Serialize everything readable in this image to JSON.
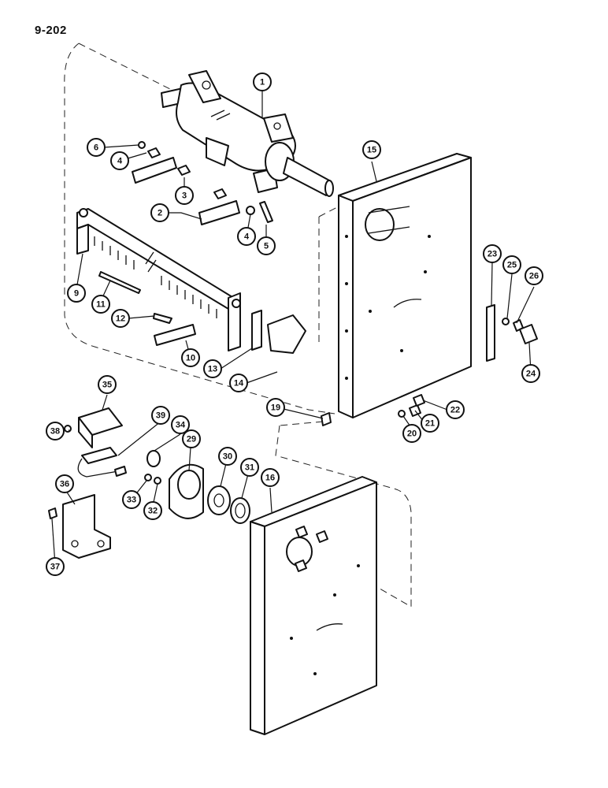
{
  "page": {
    "label": "9-202"
  },
  "callouts": [
    {
      "id": "c1",
      "text": "1"
    },
    {
      "id": "c2",
      "text": "2"
    },
    {
      "id": "c3",
      "text": "3"
    },
    {
      "id": "c4a",
      "text": "4"
    },
    {
      "id": "c4b",
      "text": "4"
    },
    {
      "id": "c5",
      "text": "5"
    },
    {
      "id": "c6",
      "text": "6"
    },
    {
      "id": "c9",
      "text": "9"
    },
    {
      "id": "c10",
      "text": "10"
    },
    {
      "id": "c11",
      "text": "11"
    },
    {
      "id": "c12",
      "text": "12"
    },
    {
      "id": "c13",
      "text": "13"
    },
    {
      "id": "c14",
      "text": "14"
    },
    {
      "id": "c15",
      "text": "15"
    },
    {
      "id": "c16",
      "text": "16"
    },
    {
      "id": "c19",
      "text": "19"
    },
    {
      "id": "c20",
      "text": "20"
    },
    {
      "id": "c21",
      "text": "21"
    },
    {
      "id": "c22",
      "text": "22"
    },
    {
      "id": "c23",
      "text": "23"
    },
    {
      "id": "c24",
      "text": "24"
    },
    {
      "id": "c25",
      "text": "25"
    },
    {
      "id": "c26",
      "text": "26"
    },
    {
      "id": "c29",
      "text": "29"
    },
    {
      "id": "c30",
      "text": "30"
    },
    {
      "id": "c31",
      "text": "31"
    },
    {
      "id": "c32",
      "text": "32"
    },
    {
      "id": "c33",
      "text": "33"
    },
    {
      "id": "c34",
      "text": "34"
    },
    {
      "id": "c35",
      "text": "35"
    },
    {
      "id": "c36",
      "text": "36"
    },
    {
      "id": "c37",
      "text": "37"
    },
    {
      "id": "c38",
      "text": "38"
    },
    {
      "id": "c39",
      "text": "39"
    }
  ],
  "colors": {
    "ink": "#111111",
    "paper": "#ffffff"
  }
}
